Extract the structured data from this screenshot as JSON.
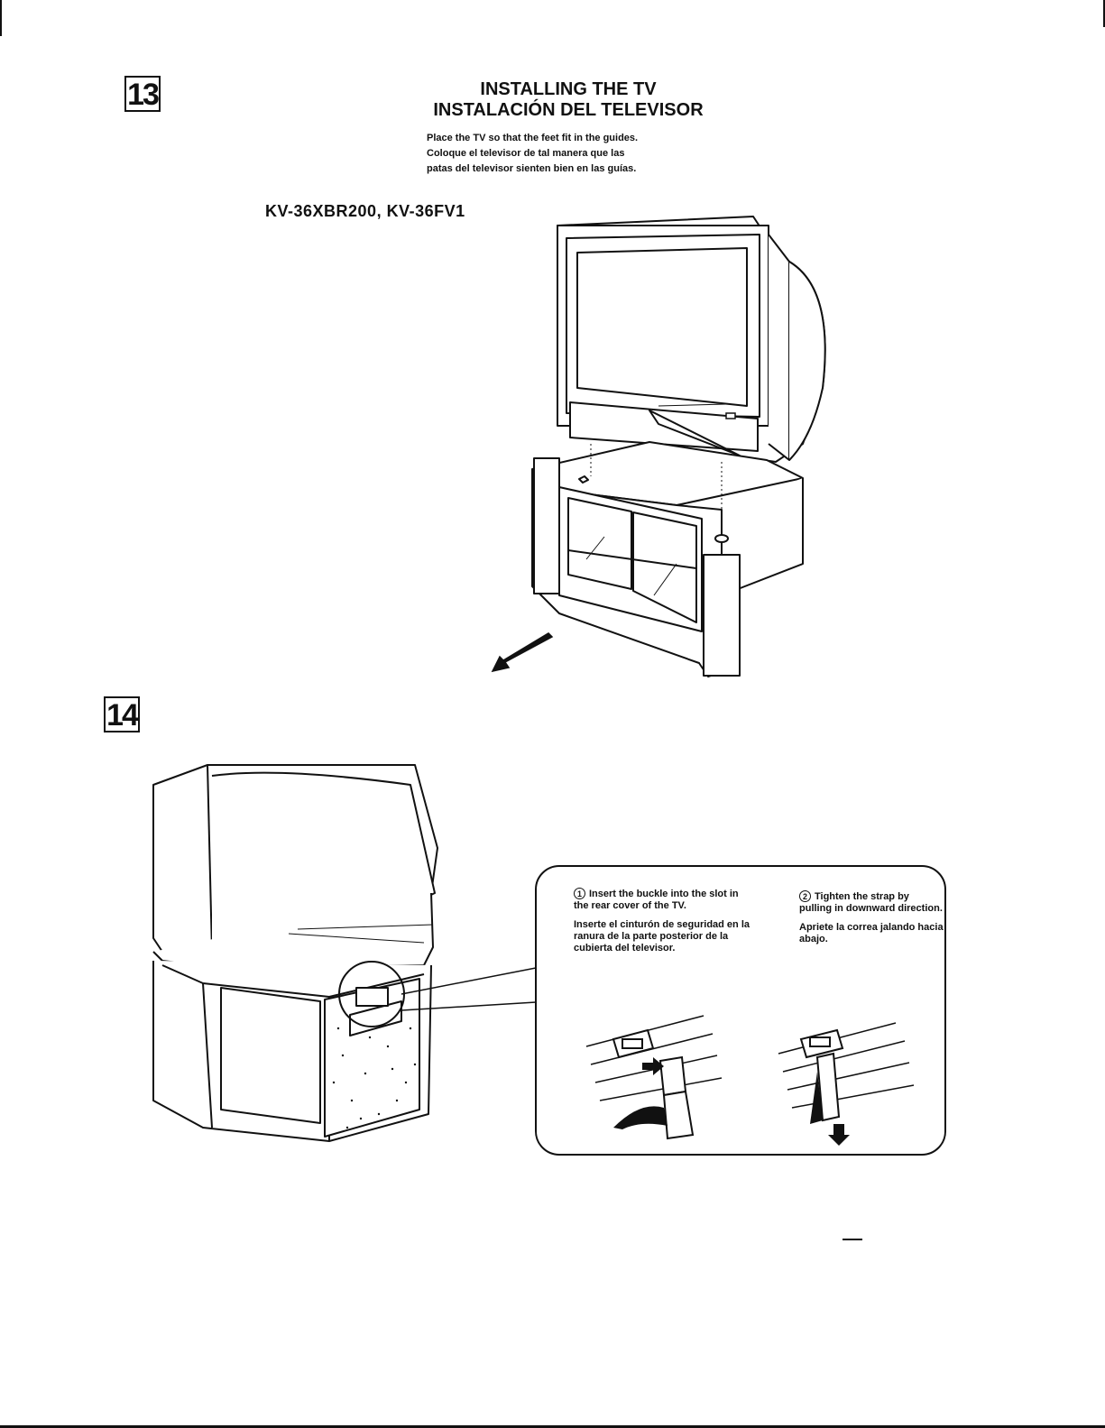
{
  "steps": {
    "step13": "13",
    "step14": "14"
  },
  "header": {
    "title_en": "INSTALLING THE TV",
    "title_es": "INSTALACIÓN DEL TELEVISOR"
  },
  "instructions": {
    "line1": "Place the TV so that the feet fit in the guides.",
    "line2": "Coloque el televisor de tal manera que las",
    "line3": "patas del televisor sienten bien en las guías."
  },
  "model_label": "KV-36XBR200, KV-36FV1",
  "callout": {
    "step1": {
      "num": "1",
      "en": "Insert the buckle into the slot in the rear cover of the TV.",
      "es": "Inserte el cinturón de seguridad en la ranura de la parte posterior de la cubierta del televisor."
    },
    "step2": {
      "num": "2",
      "en": "Tighten the strap by pulling in downward direction.",
      "es": "Apriete la correa jalando hacia abajo."
    }
  },
  "icons": [
    "arrow-icon",
    "tv-on-stand-illustration",
    "tv-rear-illustration",
    "buckle-illustration",
    "strap-illustration"
  ]
}
